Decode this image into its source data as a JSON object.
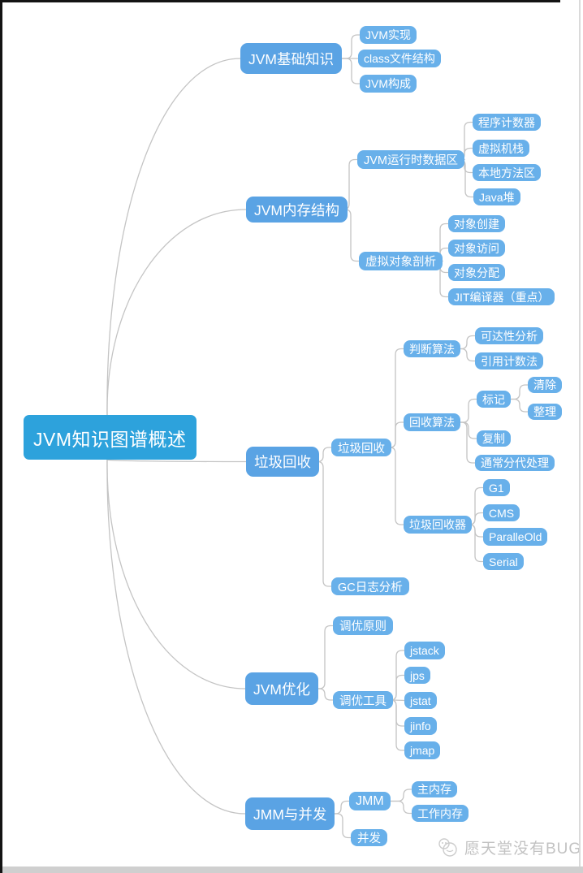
{
  "title": "JVM知识图谱概述",
  "tree": {
    "label": "JVM知识图谱概述",
    "children": [
      {
        "label": "JVM基础知识",
        "children": [
          {
            "label": "JVM实现"
          },
          {
            "label": "class文件结构"
          },
          {
            "label": "JVM构成"
          }
        ]
      },
      {
        "label": "JVM内存结构",
        "children": [
          {
            "label": "JVM运行时数据区",
            "children": [
              {
                "label": "程序计数器"
              },
              {
                "label": "虚拟机栈"
              },
              {
                "label": "本地方法区"
              },
              {
                "label": "Java堆"
              }
            ]
          },
          {
            "label": "虚拟对象剖析",
            "children": [
              {
                "label": "对象创建"
              },
              {
                "label": "对象访问"
              },
              {
                "label": "对象分配"
              },
              {
                "label": "JIT编译器（重点）"
              }
            ]
          }
        ]
      },
      {
        "label": "垃圾回收",
        "children": [
          {
            "label": "垃圾回收",
            "children": [
              {
                "label": "判断算法",
                "children": [
                  {
                    "label": "可达性分析"
                  },
                  {
                    "label": "引用计数法"
                  }
                ]
              },
              {
                "label": "回收算法",
                "children": [
                  {
                    "label": "标记",
                    "children": [
                      {
                        "label": "清除"
                      },
                      {
                        "label": "整理"
                      }
                    ]
                  },
                  {
                    "label": "复制"
                  },
                  {
                    "label": "通常分代处理"
                  }
                ]
              },
              {
                "label": "垃圾回收器",
                "children": [
                  {
                    "label": "G1"
                  },
                  {
                    "label": "CMS"
                  },
                  {
                    "label": "ParalleOld"
                  },
                  {
                    "label": "Serial"
                  }
                ]
              }
            ]
          },
          {
            "label": "GC日志分析"
          }
        ]
      },
      {
        "label": "JVM优化",
        "children": [
          {
            "label": "调优原则"
          },
          {
            "label": "调优工具",
            "children": [
              {
                "label": "jstack"
              },
              {
                "label": "jps"
              },
              {
                "label": "jstat"
              },
              {
                "label": "jinfo"
              },
              {
                "label": "jmap"
              }
            ]
          }
        ]
      },
      {
        "label": "JMM与并发",
        "children": [
          {
            "label": "JMM",
            "children": [
              {
                "label": "主内存"
              },
              {
                "label": "工作内存"
              }
            ]
          },
          {
            "label": "并发"
          }
        ]
      }
    ]
  },
  "watermark": {
    "text": "愿天堂没有BUG",
    "icon": "mascot-logo"
  },
  "colors": {
    "root_node": "#2da2dc",
    "branch_node": "#5aa3e4",
    "leaf_node": "#68b0ea",
    "connector": "#c4c4c4",
    "watermark_text": "#c2c2c2"
  }
}
